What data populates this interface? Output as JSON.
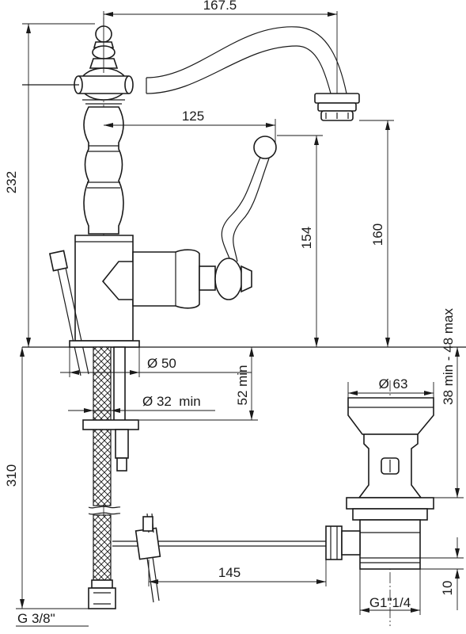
{
  "dimensions": {
    "overall_reach": "167.5",
    "overall_height": "232",
    "lever_reach": "125",
    "lever_height": "154",
    "spout_height": "160",
    "hole_diameter": "Ø 50",
    "mount_diameter": "Ø 32  min",
    "deck_thickness": "52 min",
    "hose_length": "310",
    "hose_thread": "G 3/8\"",
    "waste_diameter": "Ø 63",
    "waste_range": "38 min - 48 max",
    "rod_length": "145",
    "waste_thread": "G1\"1/4",
    "thread_length": "10"
  }
}
